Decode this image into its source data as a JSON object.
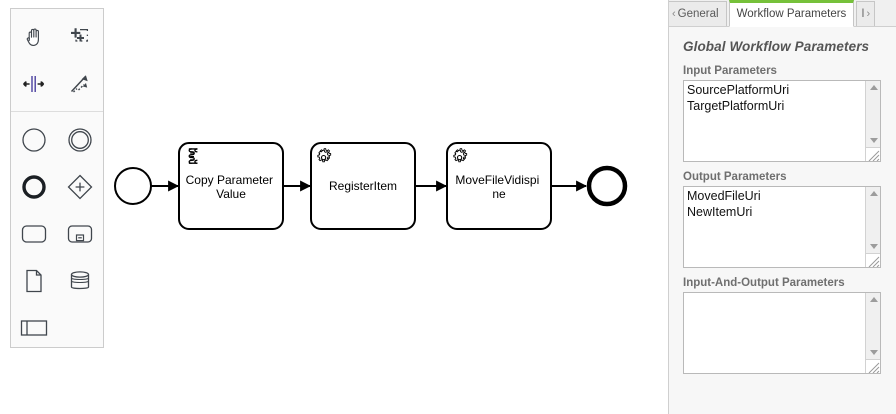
{
  "palette": {
    "name": "bpmn-palette",
    "tools": [
      {
        "id": "hand-tool",
        "title": "Activate the hand tool"
      },
      {
        "id": "lasso-tool",
        "title": "Activate the lasso tool"
      },
      {
        "id": "space-tool",
        "title": "Activate the create/remove space tool"
      },
      {
        "id": "connect-tool",
        "title": "Activate the global connect tool"
      }
    ],
    "elements": [
      {
        "id": "start-event",
        "title": "Create StartEvent"
      },
      {
        "id": "intermediate-event",
        "title": "Create Intermediate/Boundary Event"
      },
      {
        "id": "end-event",
        "title": "Create EndEvent"
      },
      {
        "id": "gateway",
        "title": "Create Gateway"
      },
      {
        "id": "task",
        "title": "Create Task"
      },
      {
        "id": "subprocess",
        "title": "Create expanded SubProcess"
      },
      {
        "id": "data-object",
        "title": "Create DataObjectReference"
      },
      {
        "id": "data-store",
        "title": "Create DataStoreReference"
      },
      {
        "id": "participant",
        "title": "Create Pool/Participant"
      }
    ]
  },
  "diagram": {
    "start_event": {
      "label": ""
    },
    "end_event": {
      "label": ""
    },
    "tasks": [
      {
        "id": "copy-parameter-value",
        "label": "Copy Parameter Value",
        "lines": [
          "Copy Parameter",
          "Value"
        ],
        "type": "script-task"
      },
      {
        "id": "register-item",
        "label": "RegisterItem",
        "lines": [
          "RegisterItem"
        ],
        "type": "service-task"
      },
      {
        "id": "move-file-vidispine",
        "label": "MoveFileVidispine",
        "lines": [
          "MoveFileVidispi",
          "ne"
        ],
        "type": "service-task"
      }
    ]
  },
  "properties": {
    "tabs": [
      {
        "id": "general",
        "label": "General",
        "active": false,
        "truncated_left": true
      },
      {
        "id": "workflow-parameters",
        "label": "Workflow Parameters",
        "active": true,
        "truncated_left": false
      },
      {
        "id": "more",
        "label": "I",
        "active": false,
        "truncated_right": true
      }
    ],
    "title": "Global Workflow Parameters",
    "groups": [
      {
        "id": "input-parameters",
        "label": "Input Parameters",
        "value": "SourcePlatformUri\nTargetPlatformUri"
      },
      {
        "id": "output-parameters",
        "label": "Output Parameters",
        "value": "MovedFileUri\nNewItemUri"
      },
      {
        "id": "input-and-output-parameters",
        "label": "Input-And-Output Parameters",
        "value": ""
      }
    ]
  },
  "colors": {
    "accent_green": "#76c13a",
    "panel_bg": "#f7f7f7",
    "canvas_bg": "#ffffff",
    "stroke": "#000000"
  }
}
